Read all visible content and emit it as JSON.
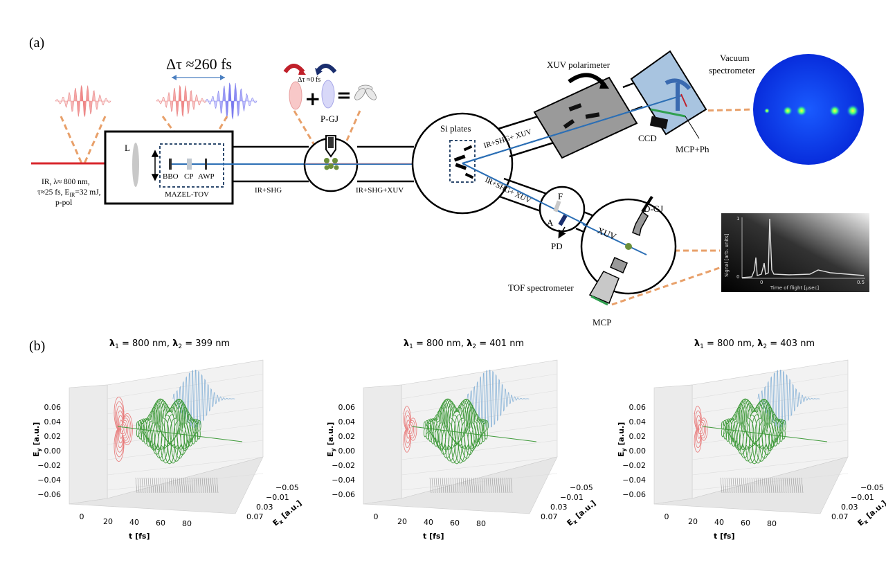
{
  "panel_a": {
    "label": "(a)",
    "delay_label": "Δτ ≈260 fs",
    "small_delay_label": "Δτ ≈0 fs",
    "source_text": [
      "IR, λ≈ 800 nm,",
      "τ≈25 fs, E",
      "=32 mJ,",
      "p-pol"
    ],
    "source_sub": "IR",
    "lens_label": "L",
    "bbo_label": "BBO",
    "cp_label": "CP",
    "awp_label": "AWP",
    "mazel_label": "MAZEL-TOV",
    "beam1_label": "IR+SHG",
    "beam2_label": "IR+SHG+XUV",
    "pgj_label": "P-GJ",
    "si_label": "Si plates",
    "upper_beam_label": "IR+SHG+ XUV",
    "lower_beam_label": "IR+SHG+ XUV",
    "polarimeter_label": "XUV polarimeter",
    "spectrometer_label": [
      "Vacuum",
      "spectrometer"
    ],
    "ccd_label": "CCD",
    "mcpph_label": "MCP+Ph",
    "f_label": "F",
    "a_label": "A",
    "pd_label": "PD",
    "xuv_label": "XUV",
    "dgj_label": "D-GJ",
    "tof_label": "TOF spectrometer",
    "mcp_label": "MCP",
    "tof_inset": {
      "ylabel": "Signal [arb. units]",
      "xlabel": "Time of flight [μsec]",
      "yticks": [
        "1",
        "0"
      ],
      "xticks": [
        "0",
        "0.5"
      ]
    }
  },
  "panel_b": {
    "label": "(b)",
    "ylabel": "E",
    "ylabel_sub": "y",
    "ylabel_unit": " [a.u.]",
    "xlabel": "t [fs]",
    "zlabel": "E",
    "zlabel_sub": "x",
    "zlabel_unit": " [a.u.]",
    "yticks": [
      "0.06",
      "0.04",
      "0.02",
      "0.00",
      "−0.02",
      "−0.04",
      "−0.06"
    ],
    "tticks": [
      "0",
      "20",
      "40",
      "60",
      "80"
    ],
    "xticks": [
      "−0.05",
      "−0.01",
      "0.03",
      "0.07"
    ],
    "plots": [
      {
        "title_pre": "λ",
        "s1": "1",
        "mid": " = 800 nm, ",
        "l2": "λ",
        "s2": "2",
        "post": " = 399 nm"
      },
      {
        "title_pre": "λ",
        "s1": "1",
        "mid": " = 800 nm, ",
        "l2": "λ",
        "s2": "2",
        "post": " = 401 nm"
      },
      {
        "title_pre": "λ",
        "s1": "1",
        "mid": " = 800 nm, ",
        "l2": "λ",
        "s2": "2",
        "post": " = 403 nm"
      }
    ]
  },
  "colors": {
    "ir_beam": "#d8262c",
    "xuv_beam": "#2c6fb5",
    "orange_dash": "#e8a06a",
    "green_curve": "#3f9a3a",
    "red_curve": "#e87878",
    "blue_curve": "#8ab4d8",
    "grey_curve": "#888888"
  }
}
